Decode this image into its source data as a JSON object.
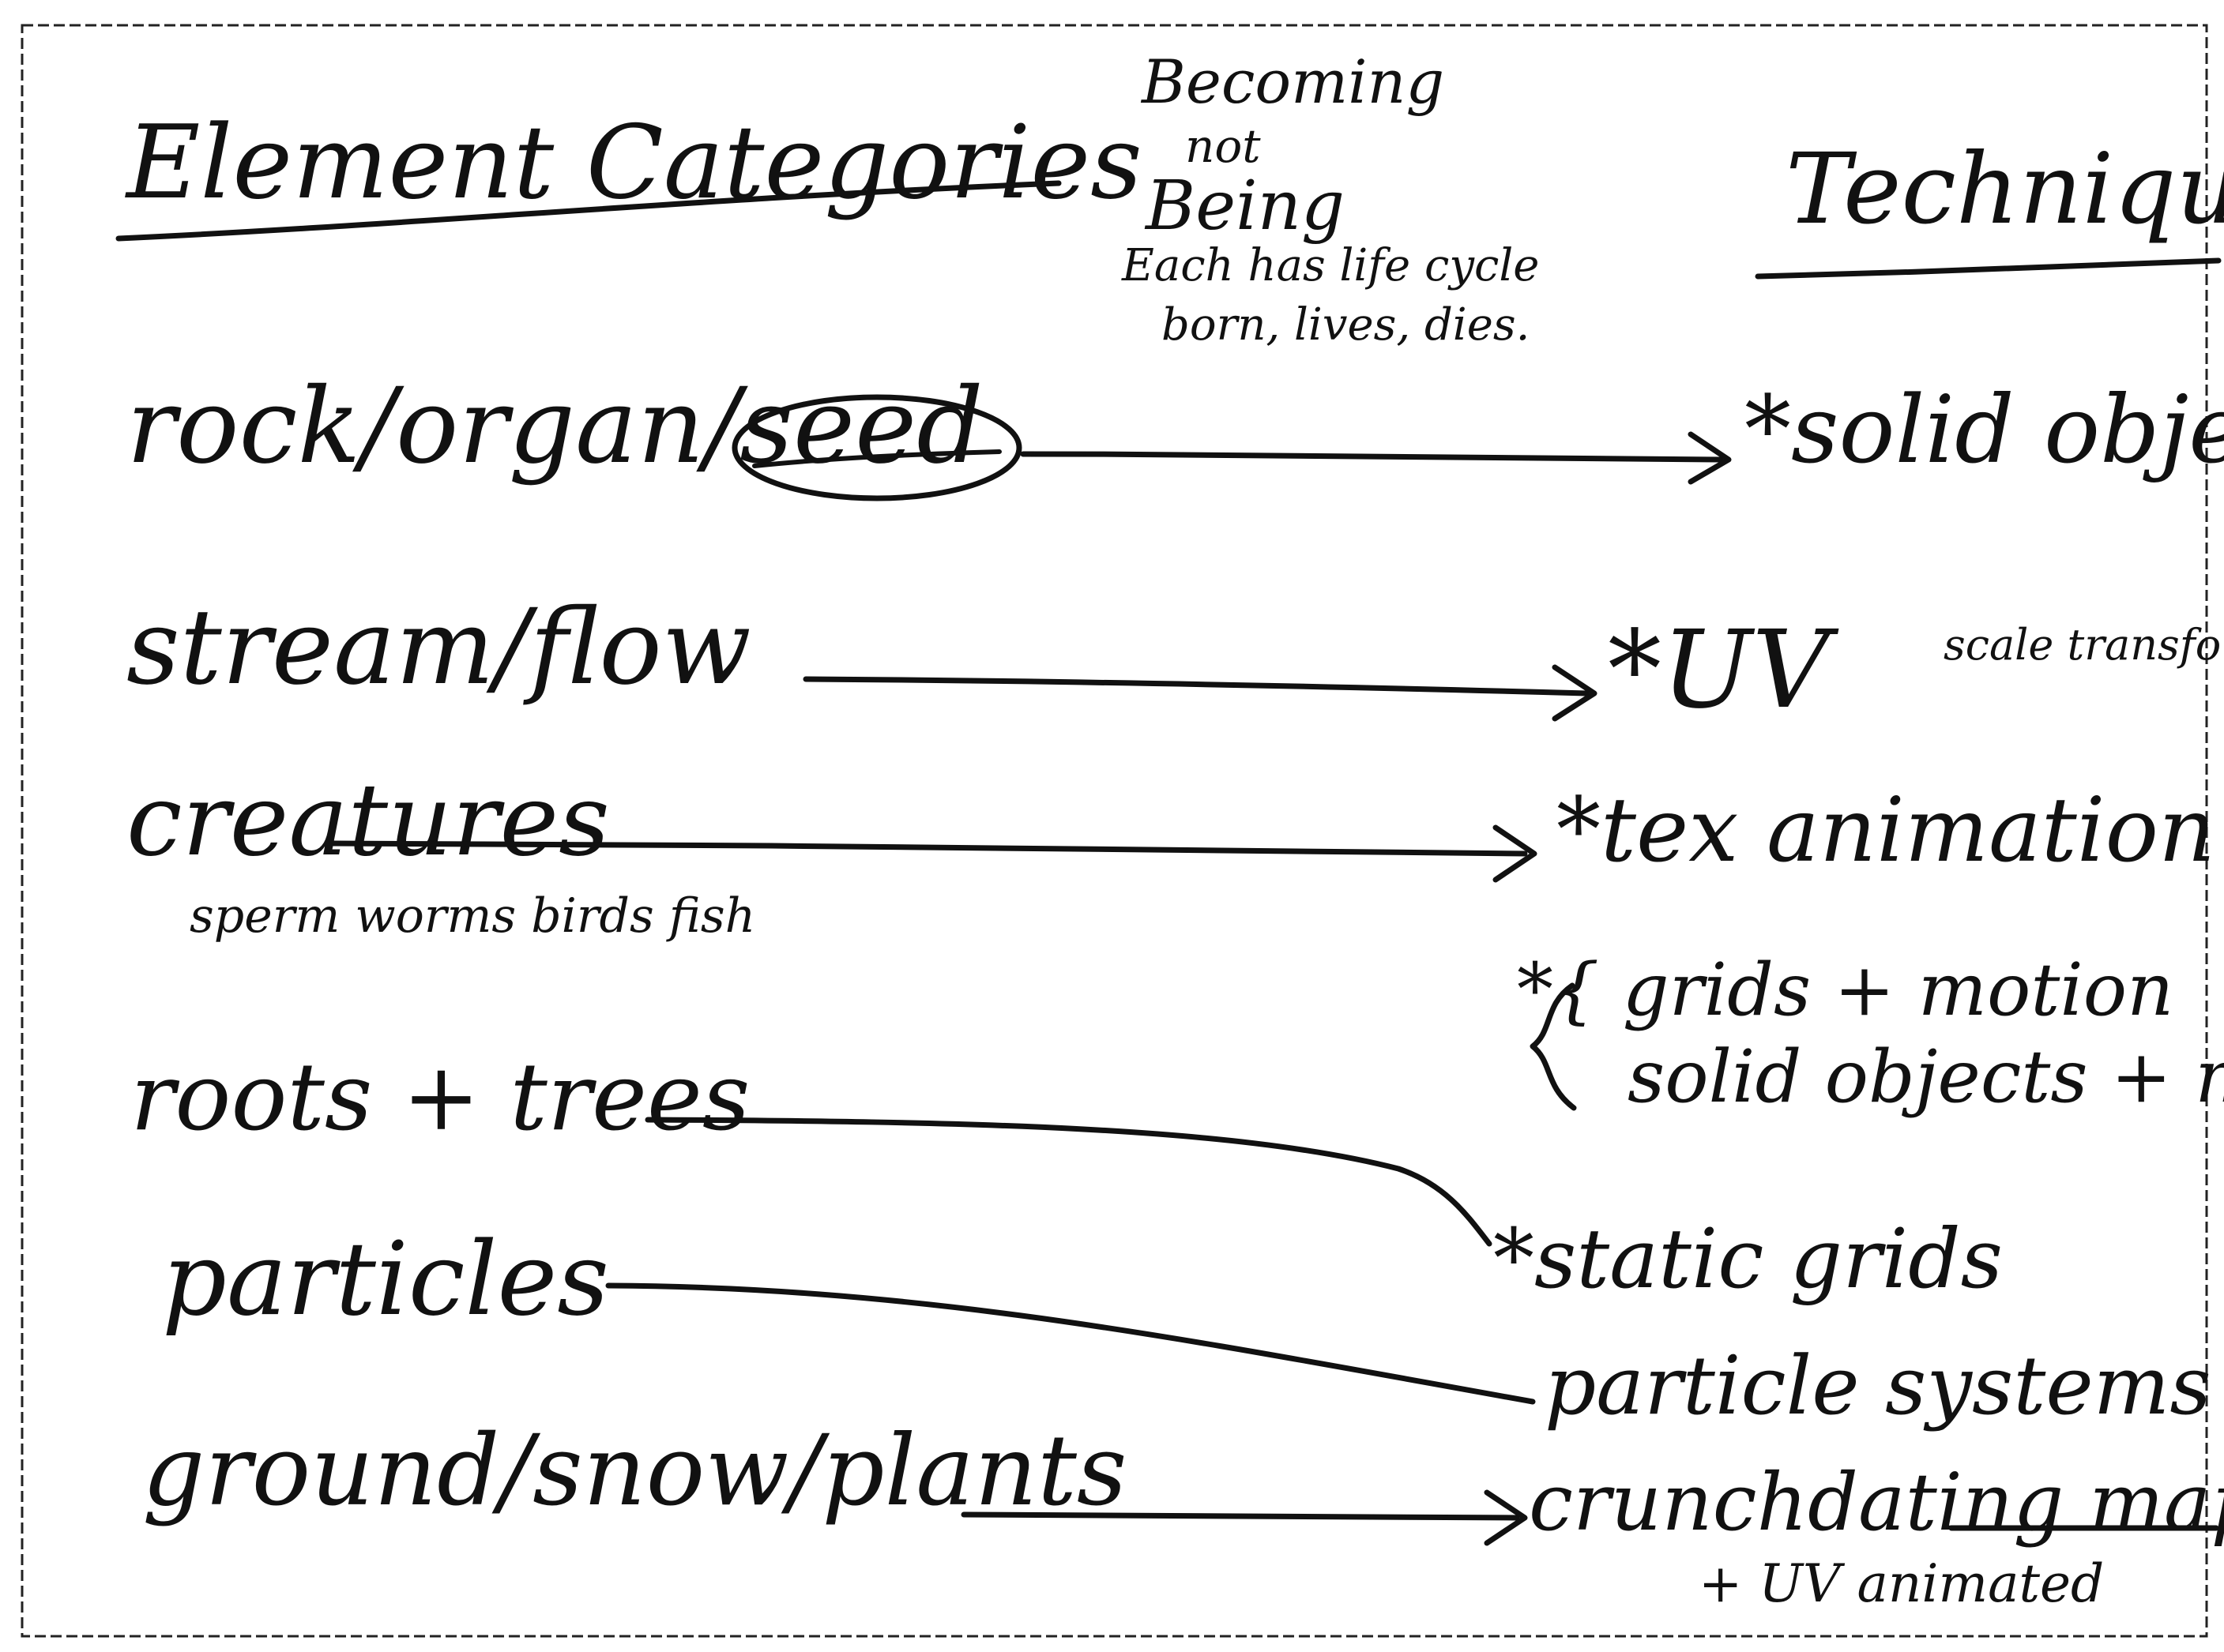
{
  "document": {
    "left_title": "Element Categories",
    "center_note": {
      "line1": "Becoming",
      "line2": "not",
      "line3": "Being",
      "line4": "Each has life cycle",
      "line5": "born, lives, dies."
    },
    "right_title": "Techniques"
  },
  "elements": [
    {
      "label": "rock/organ/seed",
      "sublabel": ""
    },
    {
      "label": "stream/flow",
      "sublabel": ""
    },
    {
      "label": "creatures",
      "sublabel": "sperm worms birds fish"
    },
    {
      "label": "roots + trees",
      "sublabel": ""
    },
    {
      "label": "particles",
      "sublabel": ""
    },
    {
      "label": "ground/snow/plants",
      "sublabel": ""
    }
  ],
  "techniques": [
    {
      "label": "*solid object",
      "note": "scale transform"
    },
    {
      "label": "*UV",
      "note": ""
    },
    {
      "label": "*tex animation",
      "note": ""
    },
    {
      "label": "*{ grids + motion",
      "note": ""
    },
    {
      "label": "solid objects + motion",
      "note": ""
    },
    {
      "label": "*static grids",
      "note": ""
    },
    {
      "label": "particle systems",
      "note": ""
    },
    {
      "label": "crunchdating maps",
      "note": "+ UV animated"
    }
  ],
  "colors": {
    "ink": "#111111",
    "paper": "#ffffff"
  }
}
